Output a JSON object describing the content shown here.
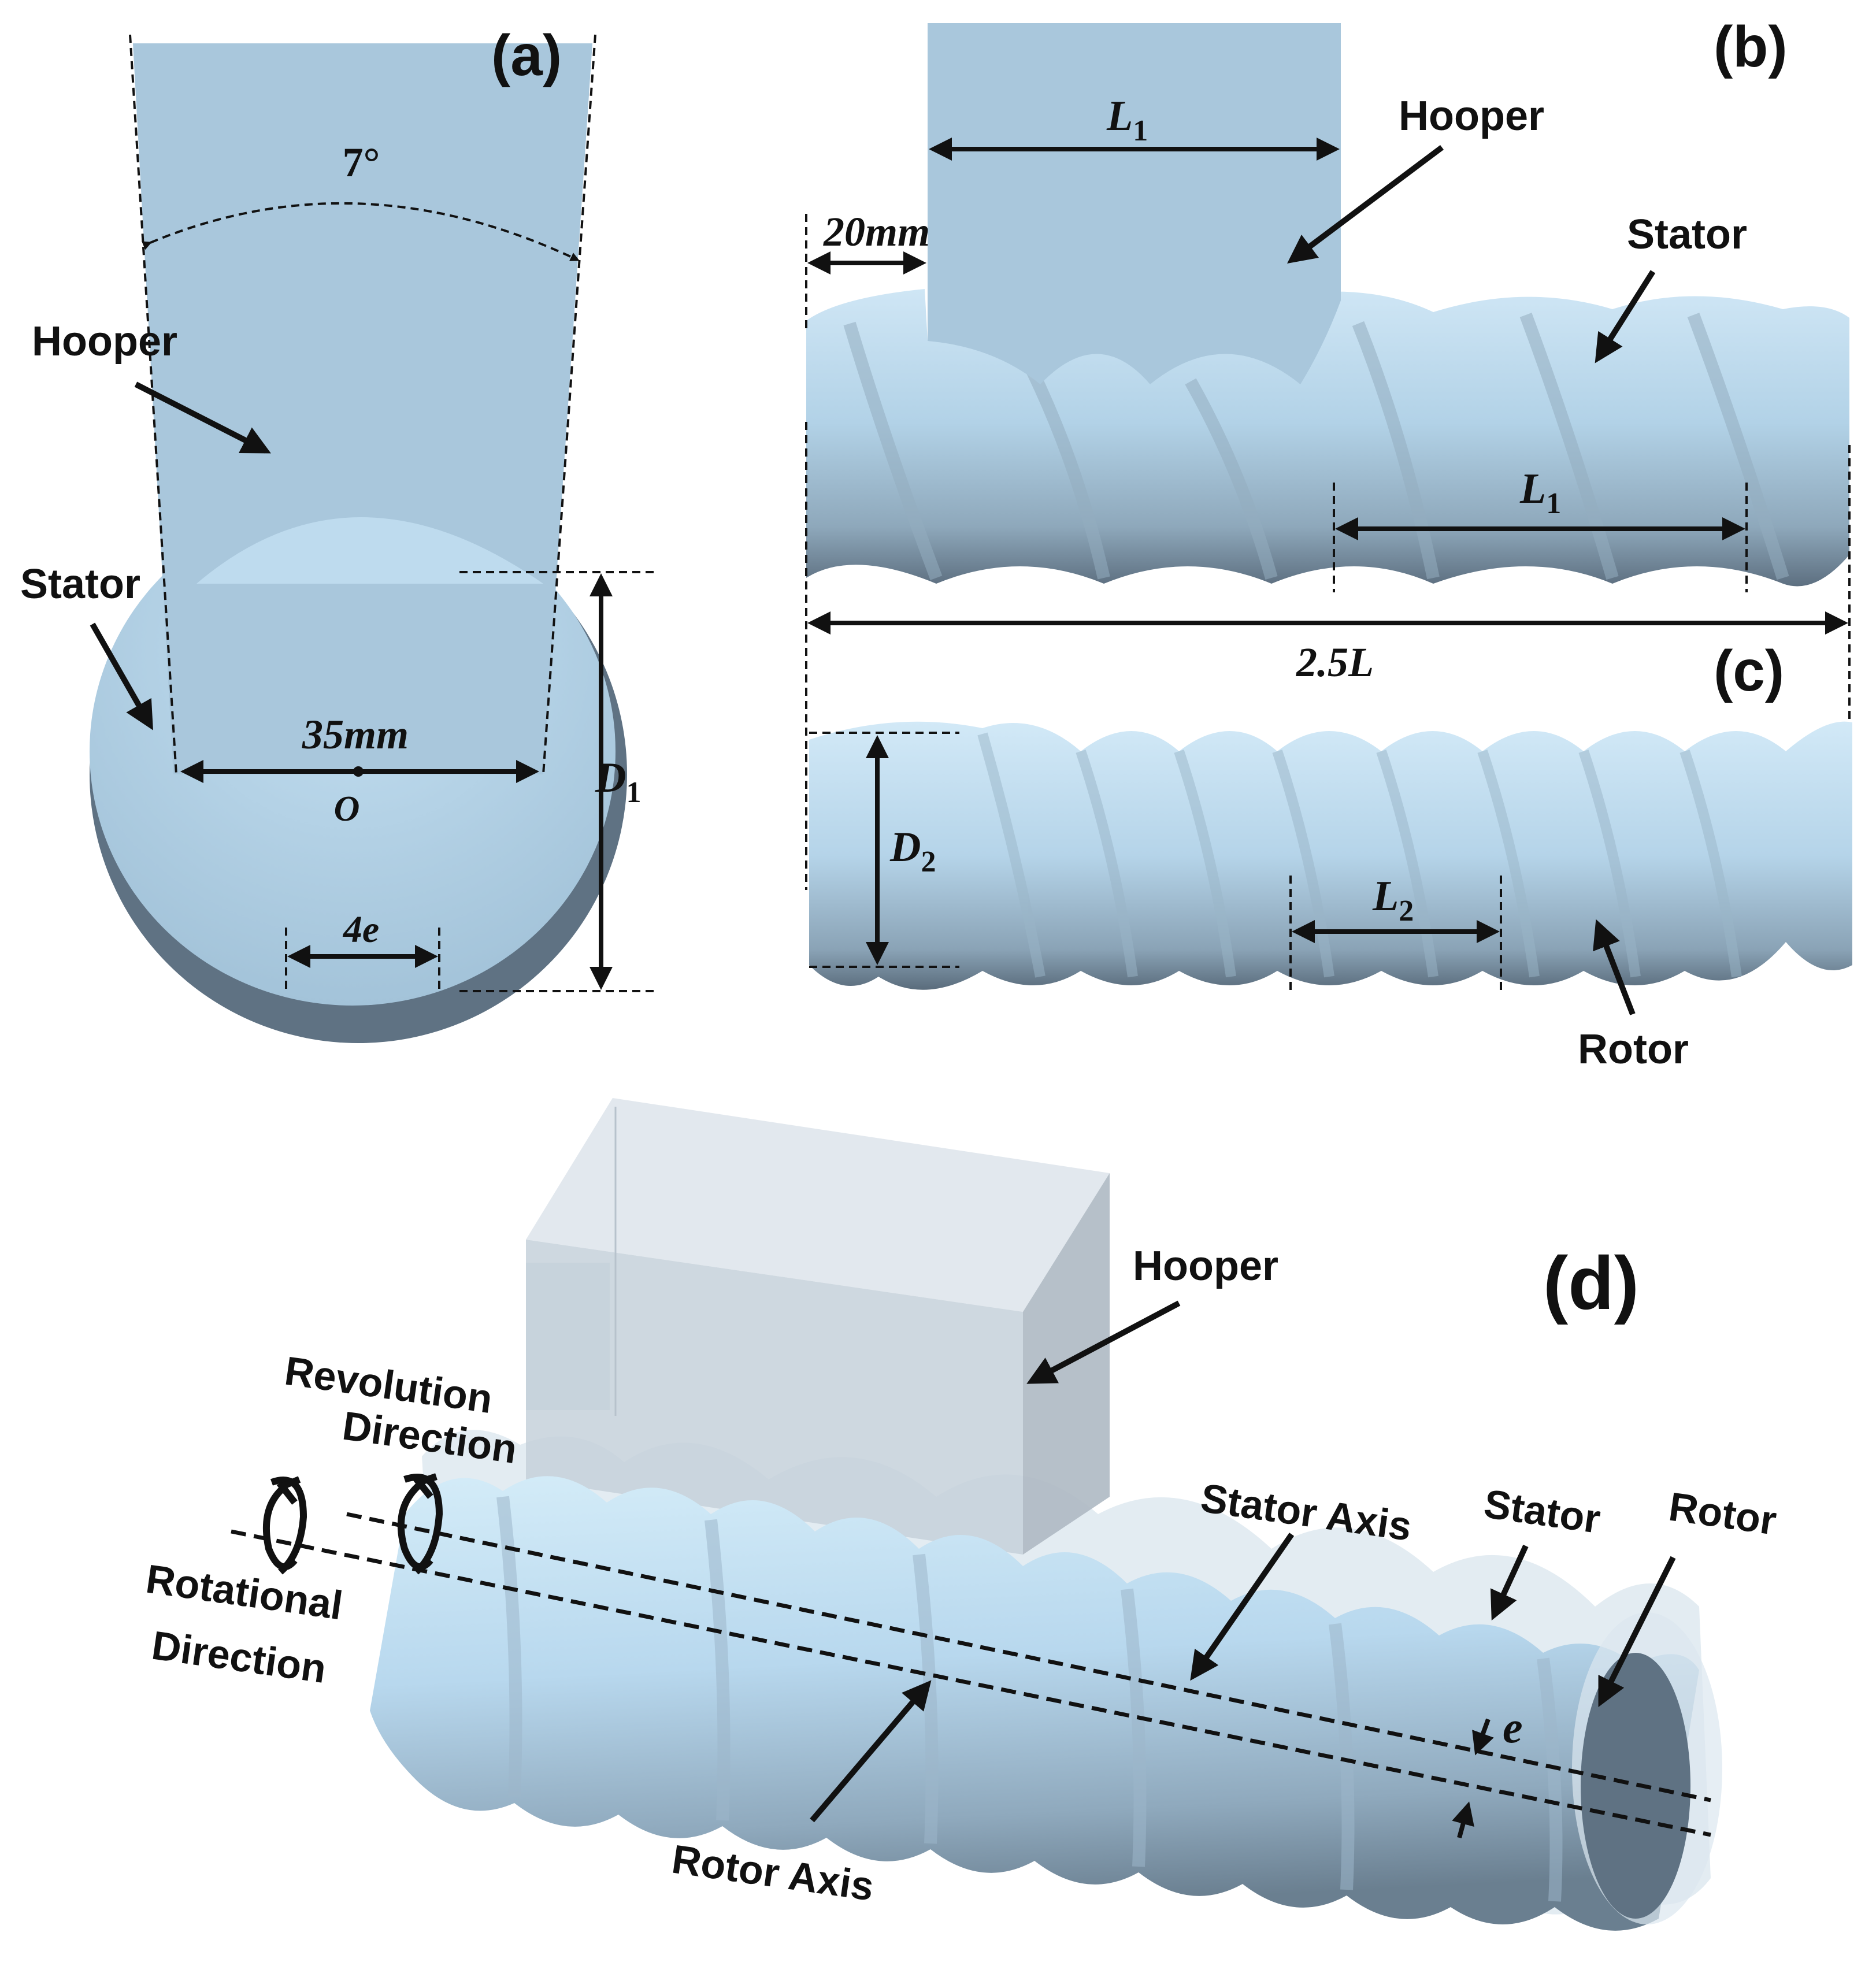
{
  "panels": {
    "a": {
      "label": "(a)",
      "angle": "7°",
      "hooper": "Hooper",
      "stator": "Stator",
      "width_dim": "35mm",
      "center": "O",
      "ecc_dim": "4e",
      "dia_main": "D",
      "dia_sub": "1"
    },
    "b": {
      "label": "(b)",
      "L1_main": "L",
      "L1_sub": "1",
      "hooper": "Hooper",
      "offset_dim": "20mm",
      "stator": "Stator",
      "L1b_main": "L",
      "L1b_sub": "1",
      "total_len": "2.5L"
    },
    "c": {
      "label": "(c)",
      "dia_main": "D",
      "dia_sub": "2",
      "L2_main": "L",
      "L2_sub": "2",
      "rotor": "Rotor"
    },
    "d": {
      "label": "(d)",
      "hooper": "Hooper",
      "revolution_line1": "Revolution",
      "revolution_line2": "Direction",
      "rotational_line1": "Rotational",
      "rotational_line2": "Direction",
      "stator_axis": "Stator Axis",
      "stator": "Stator",
      "rotor": "Rotor",
      "rotor_axis": "Rotor Axis",
      "ecc": "e"
    }
  },
  "colors": {
    "body": "#a9c7dc",
    "body_light": "#c6e3f4",
    "body_dark": "#5f7283",
    "hopper_3d": "#c3ced8",
    "ink": "#111111"
  }
}
